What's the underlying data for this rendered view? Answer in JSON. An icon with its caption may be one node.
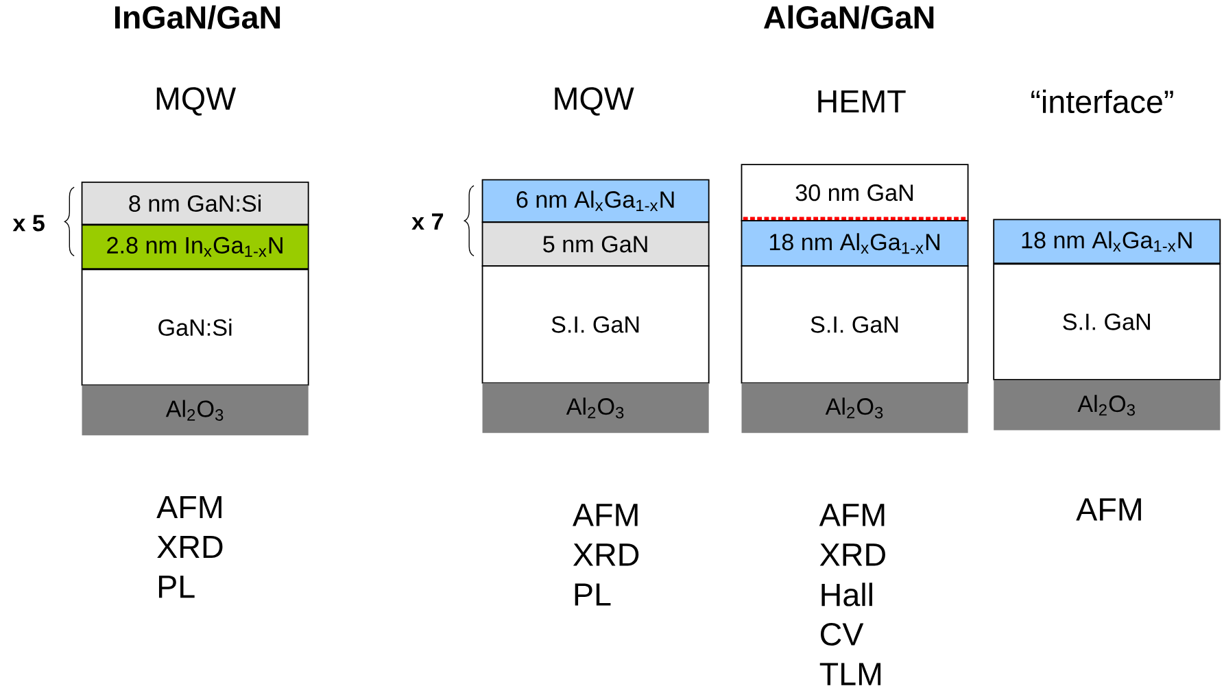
{
  "diagram": {
    "nodes": [
      {
        "text": [
          "8 nm GaN:Si"
        ]
      },
      {
        "text": [
          "2.8 nm In$_{x}$Ga$_{1-x}$N"
        ]
      },
      {
        "text": [
          "GaN:Si"
        ]
      },
      {
        "text": [
          "Al$_{2}$O$_{3}$"
        ]
      },
      {
        "text": [
          "6 nm Al$_{x}$Ga$_{1-x}$N"
        ]
      },
      {
        "text": [
          "5 nm GaN"
        ]
      },
      {
        "text": [
          "S.I. GaN"
        ]
      },
      {
        "text": [
          "Al$_{2}$O$_{3}$"
        ]
      },
      {
        "text": [
          "30 nm GaN"
        ]
      },
      {
        "text": [
          "18 nm Al$_{x}$Ga$_{1-x}$N"
        ]
      },
      {
        "text": [
          "S.I. GaN"
        ]
      },
      {
        "text": [
          "Al$_{2}$O$_{3}$"
        ]
      },
      {
        "text": [
          "18 nm Al$_{x}$Ga$_{1-x}$N"
        ]
      },
      {
        "text": [
          "S.I. GaN"
        ]
      },
      {
        "text": [
          "Al$_{2}$O$_{3}$"
        ]
      }
    ],
    "labels": [
      "InGaN/GaN",
      "AlGaN/GaN",
      "MQW",
      "MQW",
      "HEMT",
      "“interface”",
      "x 5",
      "x 7",
      "AFM",
      "XRD",
      "PL",
      "AFM",
      "XRD",
      "PL",
      "AFM",
      "XRD",
      "Hall",
      "CV",
      "TLM",
      "AFM"
    ]
  }
}
